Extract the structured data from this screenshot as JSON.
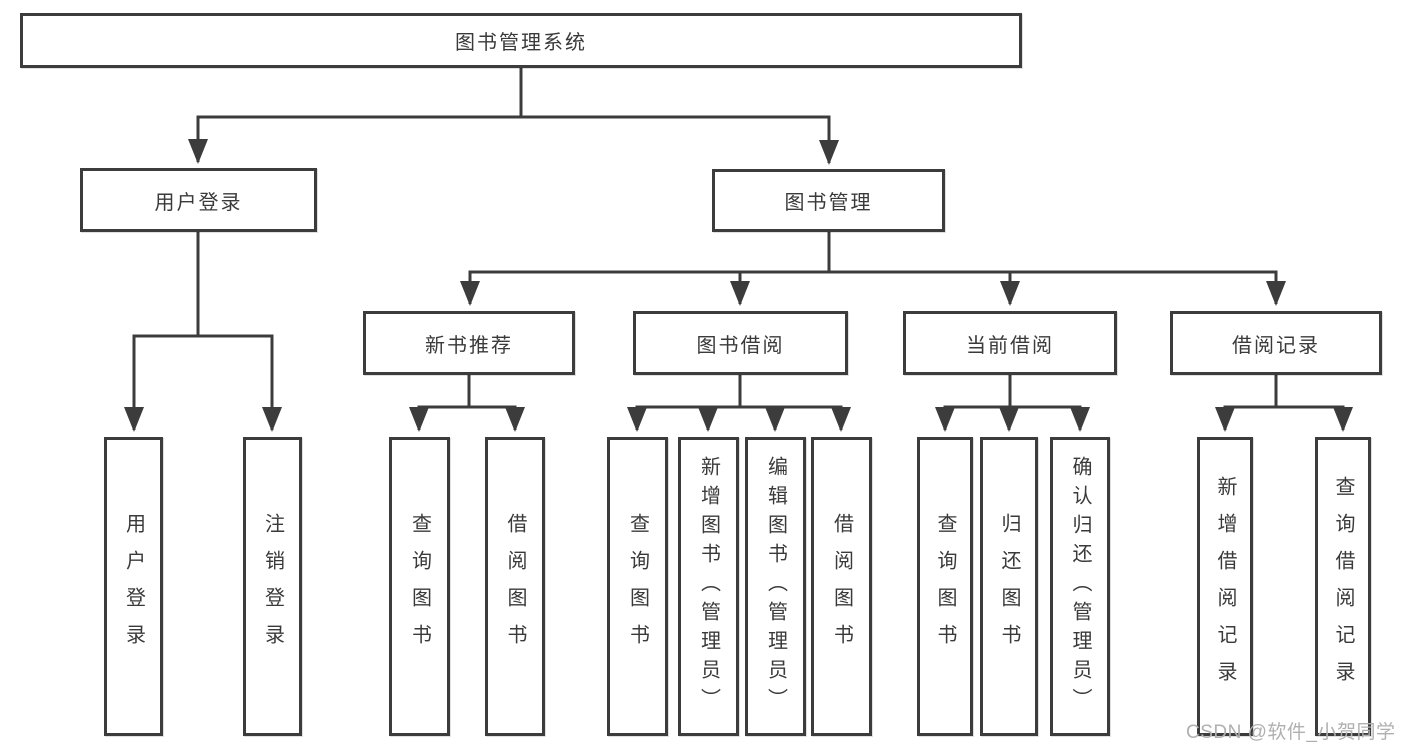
{
  "diagram_type": "hierarchy-tree",
  "colors": {
    "line": "#3c3c3c",
    "box_border": "#3c3c3c",
    "box_background": "#ffffff",
    "text": "#3a3a3a",
    "watermark": "#b0b0b0"
  },
  "root": {
    "label": "图书管理系统"
  },
  "level2": [
    {
      "label": "用户登录"
    },
    {
      "label": "图书管理"
    }
  ],
  "level3": [
    {
      "label": "新书推荐"
    },
    {
      "label": "图书借阅"
    },
    {
      "label": "当前借阅"
    },
    {
      "label": "借阅记录"
    }
  ],
  "leaves": {
    "user_login": [
      {
        "label": "用户登录"
      },
      {
        "label": "注销登录"
      }
    ],
    "new_book_recommend": [
      {
        "label": "查询图书"
      },
      {
        "label": "借阅图书"
      }
    ],
    "book_borrowing": [
      {
        "label": "查询图书"
      },
      {
        "label": "新增图书（管理员）"
      },
      {
        "label": "编辑图书（管理员）"
      },
      {
        "label": "借阅图书"
      }
    ],
    "current_borrowing": [
      {
        "label": "查询图书"
      },
      {
        "label": "归还图书"
      },
      {
        "label": "确认归还（管理员）"
      }
    ],
    "borrow_records": [
      {
        "label": "新增借阅记录"
      },
      {
        "label": "查询借阅记录"
      }
    ]
  },
  "watermark": {
    "text": "CSDN @软件_小贺同学"
  }
}
